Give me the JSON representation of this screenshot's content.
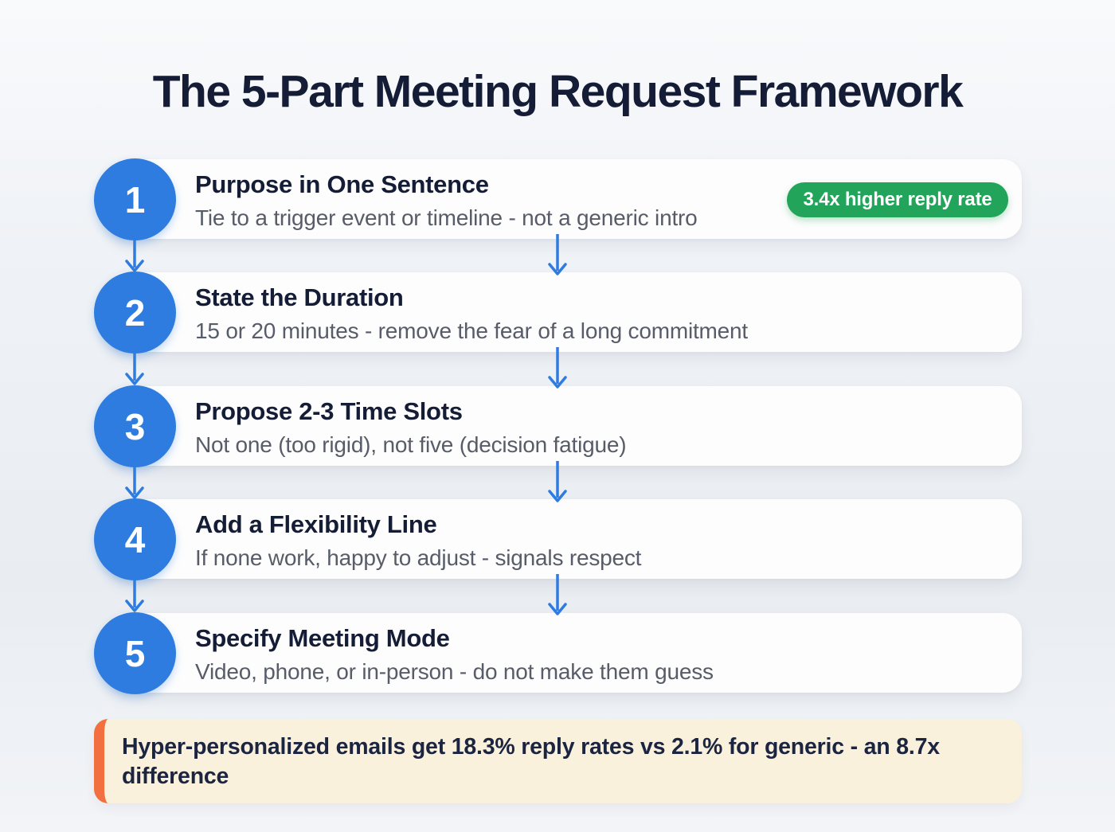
{
  "title": "The 5-Part Meeting Request Framework",
  "steps": [
    {
      "number": "1",
      "title": "Purpose in One Sentence",
      "description": "Tie to a trigger event or timeline - not a generic intro",
      "badge": "3.4x higher reply rate"
    },
    {
      "number": "2",
      "title": "State the Duration",
      "description": "15 or 20 minutes - remove the fear of a long commitment"
    },
    {
      "number": "3",
      "title": "Propose 2-3 Time Slots",
      "description": "Not one (too rigid), not five (decision fatigue)"
    },
    {
      "number": "4",
      "title": "Add a Flexibility Line",
      "description": "If none work, happy to adjust - signals respect"
    },
    {
      "number": "5",
      "title": "Specify Meeting Mode",
      "description": "Video, phone, or in-person - do not make them guess"
    }
  ],
  "callout": {
    "text": "Hyper-personalized emails get 18.3% reply rates vs 2.1% for generic - an 8.7x difference"
  },
  "colors": {
    "accent_blue": "#2e7ce0",
    "badge_green": "#22a55b",
    "title_navy": "#141c36",
    "description_gray": "#575c68",
    "callout_bg": "#faf1dc",
    "callout_accent_orange": "#f2703f",
    "card_bg": "#fdfdfd"
  }
}
